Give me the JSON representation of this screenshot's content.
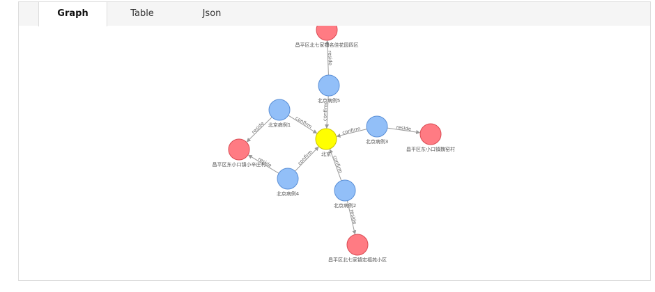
{
  "tabs": [
    {
      "label": "Graph",
      "active": true
    },
    {
      "label": "Table",
      "active": false
    },
    {
      "label": "Json",
      "active": false
    }
  ],
  "colors": {
    "case_node": "#92BFF8",
    "case_stroke": "#5A8FD6",
    "location_node": "#FF7B83",
    "location_stroke": "#D94A52",
    "center_node": "#FFFF00",
    "center_stroke": "#C9C200",
    "edge": "#999999"
  },
  "graph": {
    "nodes": [
      {
        "id": "loc_sixi",
        "type": "location",
        "label": "昌平区北七家镇名佳花园四区"
      },
      {
        "id": "case5",
        "type": "case",
        "label": "北京病例5"
      },
      {
        "id": "case1",
        "type": "case",
        "label": "北京病例1"
      },
      {
        "id": "center",
        "type": "center",
        "label": "北京"
      },
      {
        "id": "case3",
        "type": "case",
        "label": "北京病例3"
      },
      {
        "id": "loc_weizhuang",
        "type": "location",
        "label": "昌平区东小口镇魏窑村"
      },
      {
        "id": "loc_xiaoxin",
        "type": "location",
        "label": "昌平区东小口镇小辛庄村"
      },
      {
        "id": "case4",
        "type": "case",
        "label": "北京病例4"
      },
      {
        "id": "case2",
        "type": "case",
        "label": "北京病例2"
      },
      {
        "id": "loc_hongfu",
        "type": "location",
        "label": "昌平区北七家镇宏福苑小区"
      }
    ],
    "edges": [
      {
        "from": "case5",
        "to": "loc_sixi",
        "label": "reside"
      },
      {
        "from": "case5",
        "to": "center",
        "label": "confirm"
      },
      {
        "from": "case1",
        "to": "center",
        "label": "confirm"
      },
      {
        "from": "case1",
        "to": "loc_xiaoxin",
        "label": "reside"
      },
      {
        "from": "case3",
        "to": "center",
        "label": "confirm"
      },
      {
        "from": "case3",
        "to": "loc_weizhuang",
        "label": "reside"
      },
      {
        "from": "case4",
        "to": "center",
        "label": "confirm"
      },
      {
        "from": "case4",
        "to": "loc_xiaoxin",
        "label": "reside"
      },
      {
        "from": "case2",
        "to": "center",
        "label": "confirm"
      },
      {
        "from": "case2",
        "to": "loc_hongfu",
        "label": "reside"
      }
    ]
  }
}
